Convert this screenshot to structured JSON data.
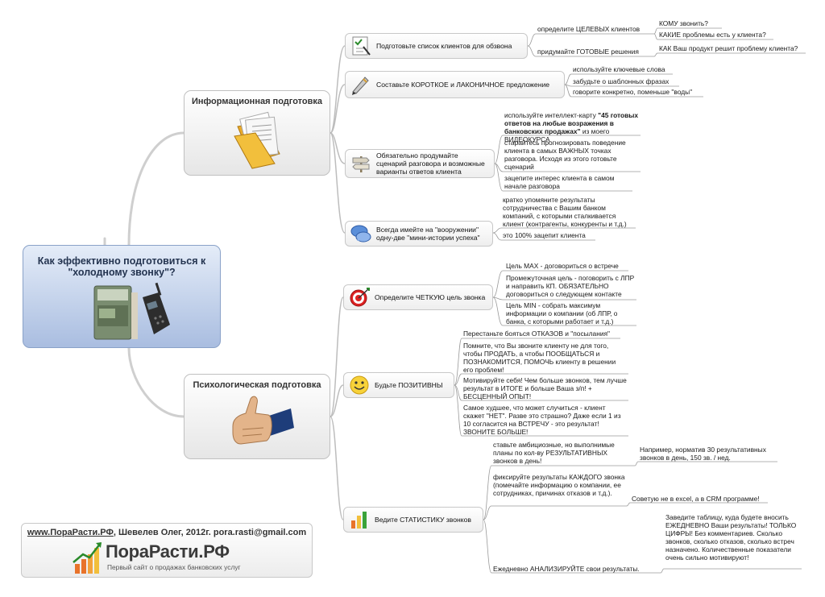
{
  "central": {
    "title": "Как эффективно подготовиться к \"холодному звонку\"?",
    "icon": "phone-book-icon"
  },
  "info": {
    "title": "Информационная подготовка",
    "icon": "folder-documents-icon",
    "tasks": [
      {
        "label": "Подготовьте список клиентов для обзвона",
        "icon": "checklist-icon",
        "subs": [
          {
            "text": "определите ЦЕЛЕВЫХ клиентов",
            "leaves": [
              "КОМУ звонить?",
              "КАКИЕ проблемы есть у клиента?"
            ]
          },
          {
            "text": "придумайте ГОТОВЫЕ решения",
            "leaves": [
              "КАК Ваш продукт решит проблему клиента?"
            ]
          }
        ]
      },
      {
        "label": "Составьте КОРОТКОЕ и ЛАКОНИЧНОЕ предложение",
        "icon": "pen-icon",
        "leaves": [
          "используйте ключевые слова",
          "забудьте о шаблонных фразах",
          "говорите конкретно, поменьше \"воды\""
        ]
      },
      {
        "label": "Обязательно продумайте сценарий разговора и возможные варианты ответов клиента",
        "icon": "signpost-icon",
        "leaf1": {
          "pre": "используйте интеллект-карту ",
          "bold": "\"45 готовых ответов на любые возражения в банковских продажах\"",
          "post": " из моего ВИДЕОКУРСА"
        },
        "leaf2": "старайтесь прогнозировать поведение клиента в самых ВАЖНЫХ точках разговора. Исходя из этого готовьте сценарий",
        "leaf3": "зацепите интерес клиента в самом начале разговора"
      },
      {
        "label": "Всегда имейте на \"вооружении\" одну-две \"мини-истории успеха\"",
        "icon": "chat-bubbles-icon",
        "leaves": [
          "кратко упомяните результаты сотрудничества с Вашим банком компаний, с которыми сталкивается клиент (контрагенты, конкуренты и т.д.)",
          "это 100% зацепит клиента"
        ]
      }
    ]
  },
  "psych": {
    "title": "Психологическая подготовка",
    "icon": "thumbs-up-icon",
    "tasks": [
      {
        "label": "Определите ЧЕТКУЮ цель звонка",
        "icon": "target-icon",
        "leaves": [
          "Цель MAX - договориться о встрече",
          "Промежуточная цель - поговорить с ЛПР и направить КП. ОБЯЗАТЕЛЬНО договориться о следующем контакте",
          "Цель MIN - собрать максимум информации о компании (об ЛПР, о банка, с которыми работает и т.д.)"
        ]
      },
      {
        "label": "Будьте ПОЗИТИВНЫ",
        "icon": "smiley-icon",
        "leaves": [
          "Перестаньте бояться ОТКАЗОВ и \"посылания\"",
          "Помните, что Вы звоните клиенту не для того, чтобы ПРОДАТЬ, а чтобы ПООБЩАТЬСЯ и ПОЗНАКОМИТСЯ, ПОМОЧЬ клиенту в решении его проблем!",
          "Мотивируйте себя! Чем больше звонков, тем лучше результат в ИТОГЕ и больше Ваша з/п! + БЕСЦЕННЫЙ ОПЫТ!",
          "Самое худшее, что может случиться - клиент скажет \"НЕТ\". Разве это страшно? Даже если 1 из 10 согласится на ВСТРЕЧУ - это результат! ЗВОНИТЕ БОЛЬШЕ!"
        ]
      },
      {
        "label": "Ведите СТАТИСТИКУ звонков",
        "icon": "bar-chart-icon",
        "subs": [
          {
            "text": "ставьте амбициозные, но выполнимые планы по кол-ву РЕЗУЛЬТАТИВНЫХ звонков в день!",
            "leaf": "Например, норматив 30 результативных звонков в день, 150 зв. / нед."
          },
          {
            "text": "фиксируйте результаты КАЖДОГО звонка (помечайте информацию о компании, ее сотрудниках, причинах отказов и т.д.).",
            "leaf": "Советую не в excel, а в CRM программе!"
          },
          {
            "text": "Ежедневно АНАЛИЗИРУЙТЕ свои результаты.",
            "leaf": "Заведите таблицу, куда будете вносить ЕЖЕДНЕВНО Ваши результаты! ТОЛЬКО ЦИФРЫ! Без комментариев. Сколько звонков, сколько отказов, сколько встреч назначено. Количественные показатели очень сильно мотивируют!"
          }
        ]
      }
    ]
  },
  "footer": {
    "link": "www.ПораРасти.РФ",
    "rest": ", Шевелев Олег, 2012г. pora.rasti@gmail.com",
    "logo": "ПораРасти.РФ",
    "tagline": "Первый сайт о продажах банковских услуг",
    "logo_icon": "growth-chart-logo-icon"
  },
  "colors": {
    "central_fill": "#a9bde0",
    "branch_line": "#c8c8c8",
    "leaf_line": "#9a9a9a"
  }
}
